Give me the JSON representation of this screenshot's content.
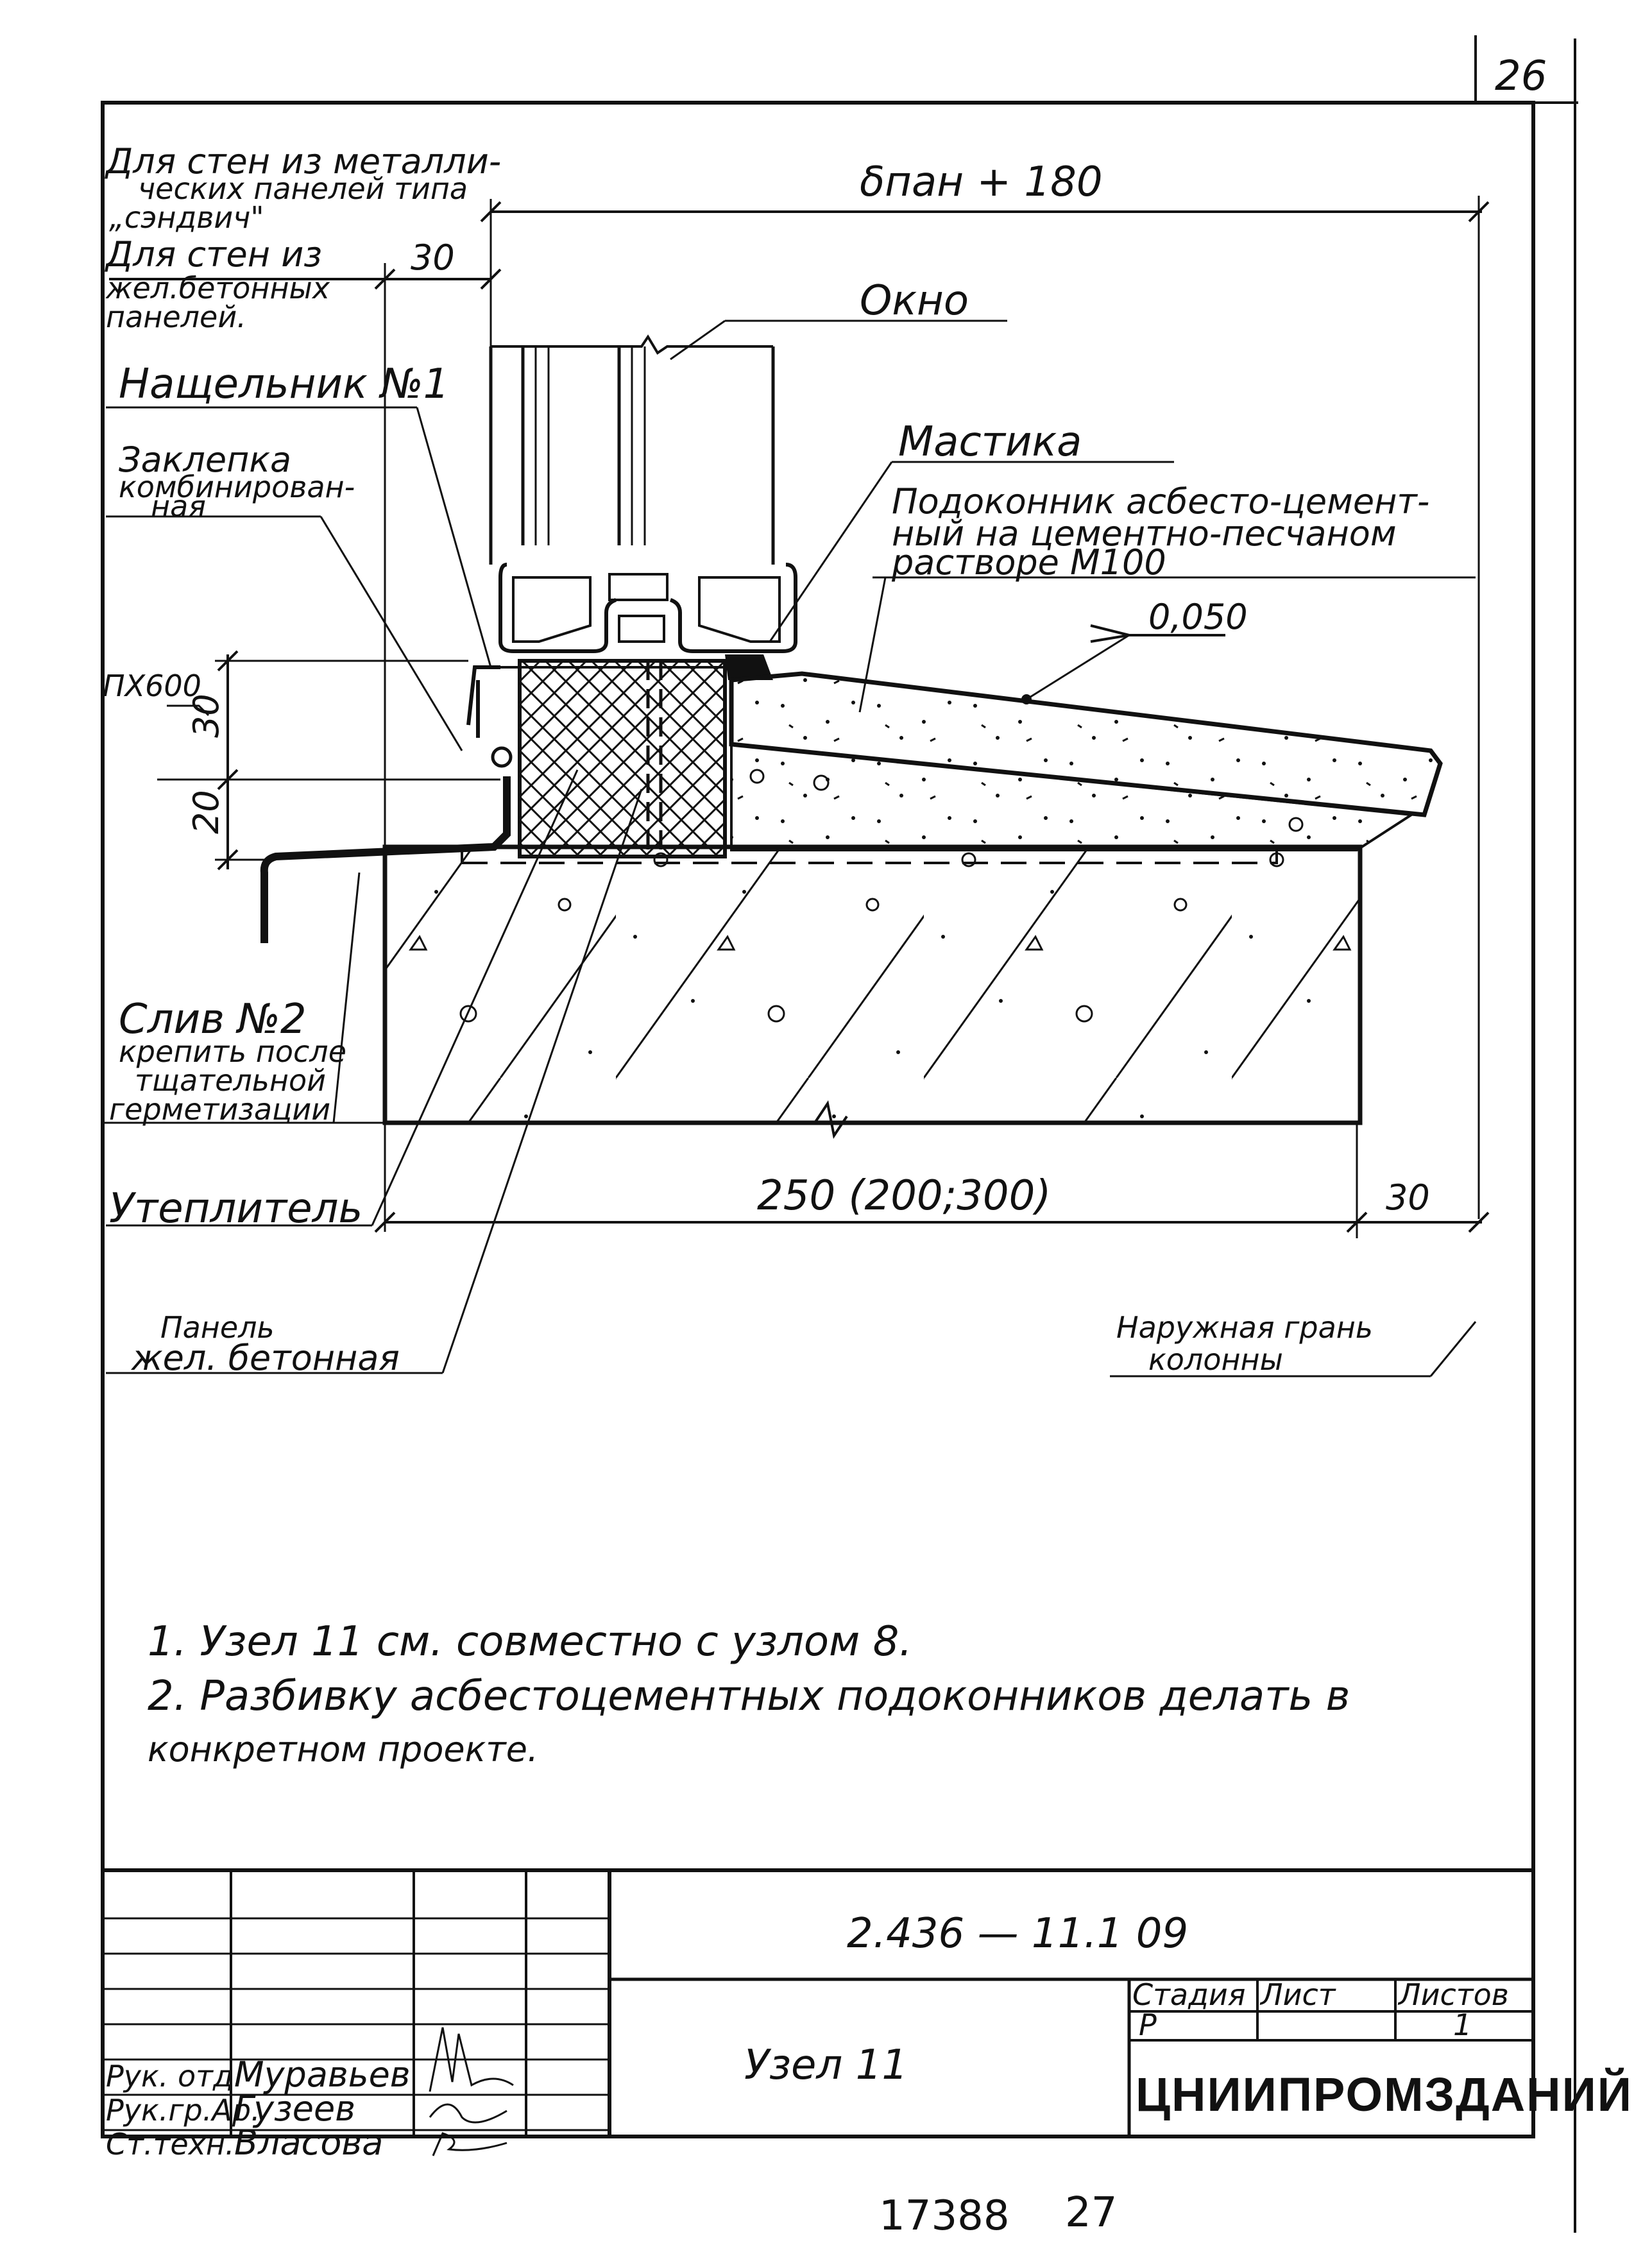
{
  "sheet": {
    "page_number": "26",
    "bottom_stamp": "17388",
    "bottom_stamp_number": "27"
  },
  "labels": {
    "sandwich_note_1": "Для стен из металли-",
    "sandwich_note_2": "ческих панелей типа",
    "sandwich_note_3": "„сэндвич\"",
    "concrete_note_1": "Для стен из",
    "concrete_note_2": "жел.бетонных",
    "concrete_note_3": "панелей.",
    "nashchelnik": "Нащельник №1",
    "rivet_1": "Заклепка",
    "rivet_2": "комбинирован-",
    "rivet_3": "ная",
    "window": "Окно",
    "mastic": "Мастика",
    "sill_1": "Подоконник асбесто-цемент-",
    "sill_2": "ный на цементно-песчаном",
    "sill_3": "растворе М100",
    "level": "0,050",
    "flashing_1": "Слив №2",
    "flashing_2": "крепить после",
    "flashing_3": "тщательной",
    "flashing_4": "герметизации",
    "insulation": "Утеплитель",
    "panel_1": "Панель",
    "panel_2": "жел. бетонная",
    "outer_face_1": "Наружная грань",
    "outer_face_2": "колонны",
    "rivet_spec": "ПХ600"
  },
  "dimensions": {
    "top": "δпан + 180",
    "offset_30_top": "30",
    "dim_30_vertical": "30",
    "dim_20_vertical": "20",
    "width": "250 (200;300)",
    "offset_30_bottom": "30"
  },
  "notes": {
    "note_1": "1. Узел 11 см. совместно с узлом 8.",
    "note_2": "2. Разбивку асбестоцементных подоконников делать в",
    "note_3": "конкретном проекте."
  },
  "title_block": {
    "doc_code": "2.436 — 11.1 09",
    "title": "Узел 11",
    "stage_header": "Стадия",
    "sheet_header": "Лист",
    "sheets_header": "Листов",
    "stage_value": "Р",
    "sheet_value": "",
    "sheets_value": "1",
    "organization": "ЦНИИПРОМЗДАНИЙ",
    "roles": [
      {
        "role": "Рук. отд.",
        "name": "Муравьев"
      },
      {
        "role": "Рук.гр.Ар.",
        "name": "Гузеев"
      },
      {
        "role": "Ст.техн.",
        "name": "Власова"
      }
    ]
  }
}
